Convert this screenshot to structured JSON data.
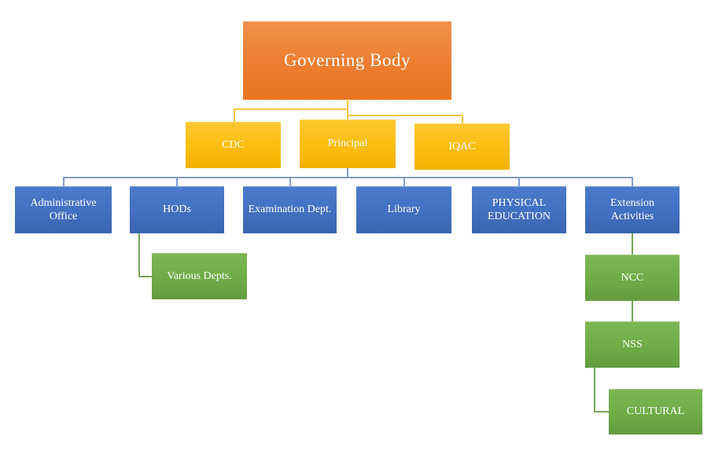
{
  "palette": {
    "level1_orange": "#ED7D31",
    "level2_gold": "#FFC000",
    "level3_blue": "#4472C4",
    "level4_green": "#70AD47",
    "connector_gold": "#FDC63B",
    "connector_blue": "#7F9CD4",
    "connector_green": "#75A455",
    "text": "#FFFFFF",
    "background": "#FFFFFF"
  },
  "org_chart": {
    "root": {
      "label": "Governing Body"
    },
    "level2": [
      {
        "label": "CDC",
        "parent": "Governing Body"
      },
      {
        "label": "Principal",
        "parent": "Governing Body"
      },
      {
        "label": "IQAC",
        "parent": "Governing Body"
      }
    ],
    "level3": [
      {
        "label": "Administrative Office",
        "parent": "Principal"
      },
      {
        "label": "HODs",
        "parent": "Principal"
      },
      {
        "label": "Examination Dept.",
        "parent": "Principal"
      },
      {
        "label": "Library",
        "parent": "Principal"
      },
      {
        "label": "PHYSICAL EDUCATION",
        "parent": "Principal"
      },
      {
        "label": "Extension Activities",
        "parent": "Principal"
      }
    ],
    "level4": [
      {
        "label": "Various Depts.",
        "parent": "HODs"
      },
      {
        "label": "NCC",
        "parent": "Extension Activities"
      },
      {
        "label": "NSS",
        "parent": "NCC"
      },
      {
        "label": "CULTURAL",
        "parent": "NSS"
      }
    ]
  }
}
